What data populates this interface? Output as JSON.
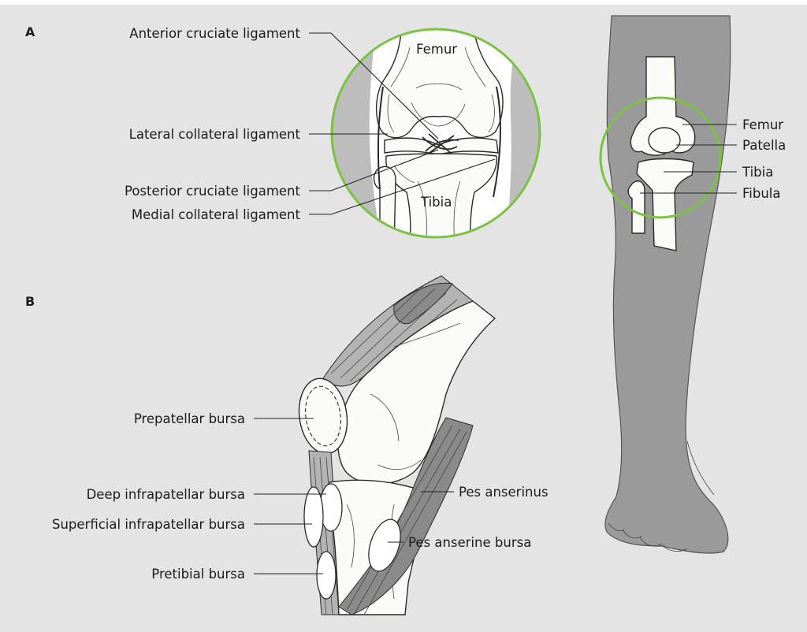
{
  "figure": {
    "panel_a": {
      "tag": "A",
      "inset_labels": {
        "femur": "Femur",
        "tibia": "Tibia"
      },
      "left_labels": [
        "Anterior cruciate ligament",
        "Lateral collateral ligament",
        "Posterior cruciate ligament",
        "Medial collateral ligament"
      ]
    },
    "leg_labels": [
      "Femur",
      "Patella",
      "Tibia",
      "Fibula"
    ],
    "panel_b": {
      "tag": "B",
      "left_labels": [
        "Prepatellar bursa",
        "Deep infrapatellar bursa",
        "Superficial infrapatellar bursa",
        "Pretibial bursa"
      ],
      "right_labels": [
        "Pes anserinus",
        "Pes anserine bursa"
      ]
    },
    "colors": {
      "background": "#e4e4e4",
      "highlight_ring": "#7cc242",
      "leg_skin": "#9a9a9a",
      "muscle": "#8a8a8a",
      "bone": "#fbfbf8"
    }
  }
}
